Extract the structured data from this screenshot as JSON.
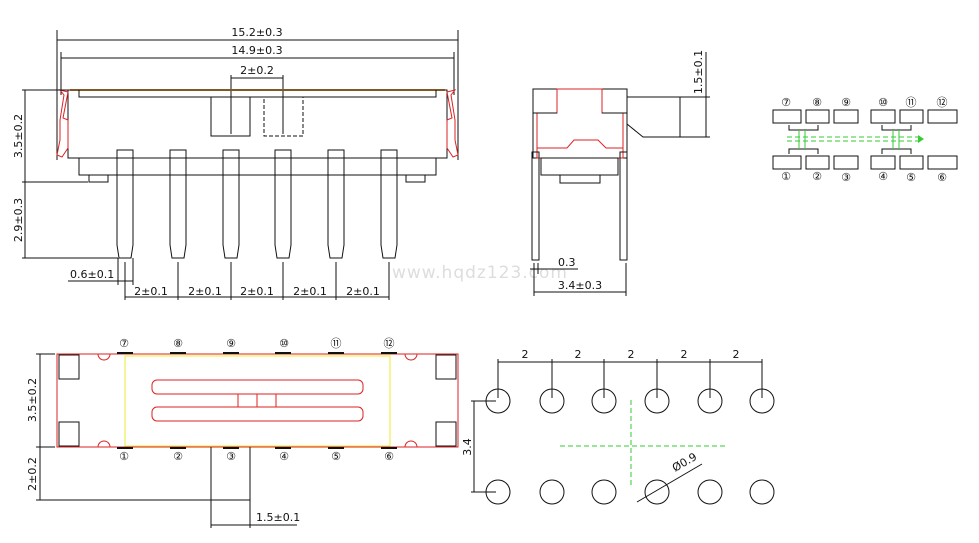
{
  "front_view": {
    "overall_length": "15.2±0.3",
    "body_length": "14.9±0.3",
    "actuator_travel": "2±0.2",
    "body_height": "3.5±0.2",
    "pin_length": "2.9±0.3",
    "pin_width": "0.6±0.1",
    "pin_pitch": [
      "2±0.1",
      "2±0.1",
      "2±0.1",
      "2±0.1",
      "2±0.1"
    ]
  },
  "side_view": {
    "actuator_height": "1.5±0.1",
    "pin_thickness": "0.3",
    "row_spacing": "3.4±0.3"
  },
  "schematic": {
    "top_pins": [
      "⑦",
      "⑧",
      "⑨",
      "⑩",
      "⑪",
      "⑫"
    ],
    "bottom_pins": [
      "①",
      "②",
      "③",
      "④",
      "⑤",
      "⑥"
    ]
  },
  "bottom_view": {
    "top_pins": [
      "⑦",
      "⑧",
      "⑨",
      "⑩",
      "⑪",
      "⑫"
    ],
    "bottom_pins": [
      "①",
      "②",
      "③",
      "④",
      "⑤",
      "⑥"
    ],
    "body_width": "3.5±0.2",
    "actuator_protrusion": "2±0.2",
    "actuator_width": "1.5±0.1"
  },
  "footprint": {
    "pitch": [
      "2",
      "2",
      "2",
      "2",
      "2"
    ],
    "row_spacing": "3.4",
    "hole_diameter": "Ø0.9"
  },
  "watermark": "www.hqdz123.com"
}
